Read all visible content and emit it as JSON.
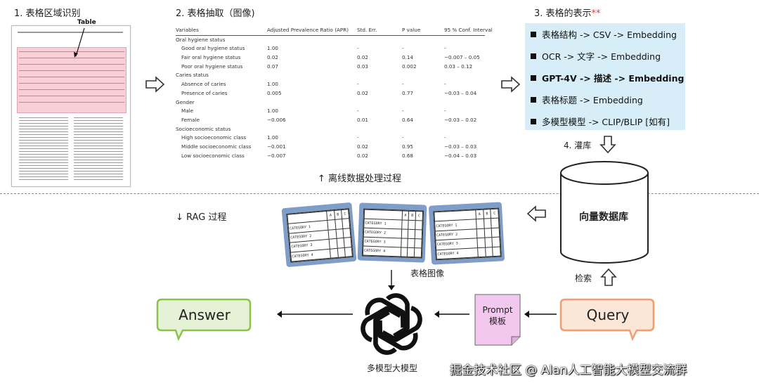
{
  "steps": {
    "step1": "1. 表格区域识别",
    "step2": "2. 表格抽取（图像)",
    "step3": "3. 表格的表示",
    "step3_mark": "**",
    "step4": "4. 灌库"
  },
  "paper": {
    "table_label": "Table"
  },
  "table_excerpt": {
    "headers": [
      "Variables",
      "Adjusted Prevalence Ratio (APR)",
      "Std. Err.",
      "P value",
      "95 % Conf. Interval"
    ],
    "rows": [
      {
        "indent": false,
        "cells": [
          "Oral hygiene status",
          "",
          "",
          "",
          ""
        ]
      },
      {
        "indent": true,
        "cells": [
          "Good oral hygiene status",
          "1.00",
          "-",
          "-",
          "-"
        ]
      },
      {
        "indent": true,
        "cells": [
          "Fair oral hygiene status",
          "0.02",
          "0.02",
          "0.14",
          "−0.007 – 0.05"
        ]
      },
      {
        "indent": true,
        "cells": [
          "Poor oral hygiene status",
          "0.07",
          "0.03",
          "0.002",
          "0.03 – 0.12"
        ]
      },
      {
        "indent": false,
        "cells": [
          "Caries status",
          "",
          "",
          "",
          ""
        ]
      },
      {
        "indent": true,
        "cells": [
          "Absence of caries",
          "1.00",
          "-",
          "-",
          "-"
        ]
      },
      {
        "indent": true,
        "cells": [
          "Presence of caries",
          "0.005",
          "0.02",
          "0.77",
          "−0.03 – 0.04"
        ]
      },
      {
        "indent": false,
        "cells": [
          "Gender",
          "",
          "",
          "",
          ""
        ]
      },
      {
        "indent": true,
        "cells": [
          "Male",
          "1.00",
          "-",
          "-",
          "-"
        ]
      },
      {
        "indent": true,
        "cells": [
          "Female",
          "−0.006",
          "0.01",
          "0.64",
          "−0.03 – 0.02"
        ]
      },
      {
        "indent": false,
        "cells": [
          "Socioeconomic status",
          "",
          "",
          "",
          ""
        ]
      },
      {
        "indent": true,
        "cells": [
          "High socioeconomic class",
          "1.00",
          "-",
          "-",
          "-"
        ]
      },
      {
        "indent": true,
        "cells": [
          "Middle socioeconomic class",
          "−0.001",
          "0.02",
          "0.95",
          "−0.03 – 0.03"
        ]
      },
      {
        "indent": true,
        "cells": [
          "Low socioeconomic class",
          "−0.007",
          "0.02",
          "0.68",
          "−0.04 – 0.03"
        ]
      }
    ]
  },
  "representations": [
    {
      "text": "表格结构 -> CSV -> Embedding",
      "bold": false
    },
    {
      "text": "OCR -> 文字 -> Embedding",
      "bold": false
    },
    {
      "text": "GPT-4V -> 描述 -> Embedding",
      "bold": true
    },
    {
      "text": "表格标题 -> Embedding",
      "bold": false
    },
    {
      "text": "多模型模型 -> CLIP/BLIP [如有]",
      "bold": false
    }
  ],
  "offline_label": "↑ 离线数据处理过程",
  "rag_label": "↓ RAG 过程",
  "vector_db": "向量数据库",
  "table_images_label": "表格图像",
  "retrieve_label": "检索",
  "query": "Query",
  "answer": "Answer",
  "prompt": {
    "line1": "Prompt",
    "line2": "模板"
  },
  "llm_label": "多模型大模型",
  "card": {
    "cols": [
      "A",
      "B",
      "C"
    ],
    "rows": [
      "CATEGORY 1",
      "CATEGORY 2",
      "CATEGORY 3",
      "CATEGORY 4"
    ]
  },
  "watermark": "掘金技术社区 @ Alan人工智能大模型交流群",
  "colors": {
    "answer_border": "#8bc34a",
    "answer_fill": "#e6f2d6",
    "query_border": "#f0a070",
    "query_fill": "#fbe6d8",
    "prompt_fill": "#f3c8ef",
    "blue_box": "#d7eef8",
    "card": "#7e9dc9",
    "table_highlight": "#f8cfd6"
  }
}
